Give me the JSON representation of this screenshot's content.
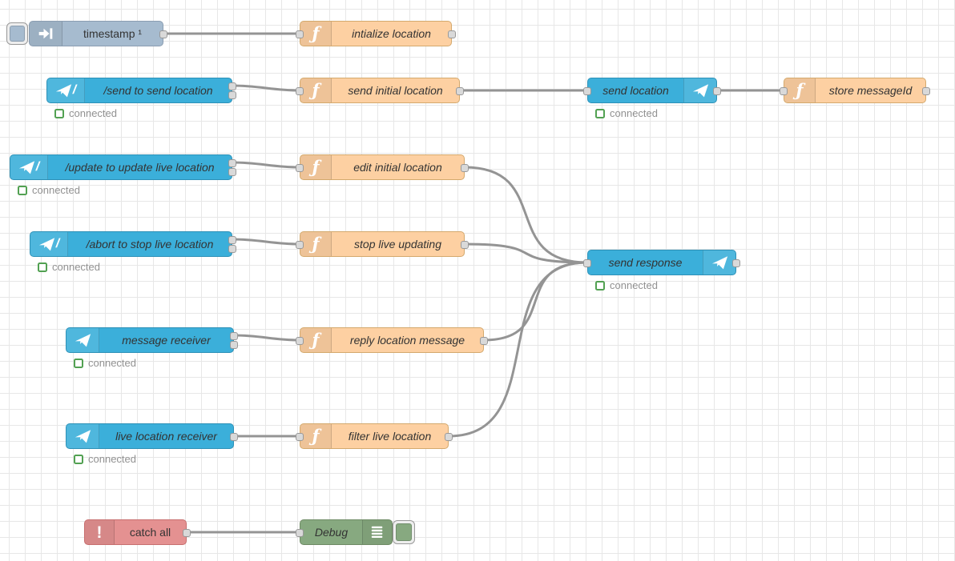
{
  "canvas": {
    "grid_size": 20,
    "background": "#ffffff",
    "grid_line_color": "#e7e7e7",
    "wire_color": "#949494",
    "port_fill": "#d9d9d9",
    "port_border": "#999999"
  },
  "node_colors": {
    "inject": "#a6bbcf",
    "function": "#fdd0a2",
    "telegram": "#3bafda",
    "debug": "#87a980",
    "catch": "#e49191",
    "status_green": "#52a152"
  },
  "nodes": {
    "inject_timestamp": {
      "label": "timestamp ¹",
      "icon": "inject-arrow-icon"
    },
    "fn_initialize_location": {
      "label": "intialize location",
      "icon": "function-icon"
    },
    "cmd_send": {
      "label": "/send to send location",
      "icon": "telegram-command-icon",
      "status": "connected"
    },
    "fn_send_initial_location": {
      "label": "send initial location",
      "icon": "function-icon"
    },
    "tg_send_location": {
      "label": "send location",
      "icon": "telegram-plane-icon",
      "status": "connected"
    },
    "fn_store_messageid": {
      "label": "store messageId",
      "icon": "function-icon"
    },
    "cmd_update": {
      "label": "/update to update live location",
      "icon": "telegram-command-icon",
      "status": "connected"
    },
    "fn_edit_initial_location": {
      "label": "edit initial location",
      "icon": "function-icon"
    },
    "cmd_abort": {
      "label": "/abort to stop live location",
      "icon": "telegram-command-icon",
      "status": "connected"
    },
    "fn_stop_live_updating": {
      "label": "stop live updating",
      "icon": "function-icon"
    },
    "tg_send_response": {
      "label": "send response",
      "icon": "telegram-plane-icon",
      "status": "connected"
    },
    "tg_message_receiver": {
      "label": "message receiver",
      "icon": "telegram-plane-icon",
      "status": "connected"
    },
    "fn_reply_location_message": {
      "label": "reply location message",
      "icon": "function-icon"
    },
    "tg_live_location_receiver": {
      "label": "live location receiver",
      "icon": "telegram-plane-icon",
      "status": "connected"
    },
    "fn_filter_live_location": {
      "label": "filter live location",
      "icon": "function-icon"
    },
    "catch_all": {
      "label": "catch all",
      "icon": "exclamation-icon"
    },
    "debug": {
      "label": "Debug",
      "icon": "debug-list-icon"
    }
  }
}
